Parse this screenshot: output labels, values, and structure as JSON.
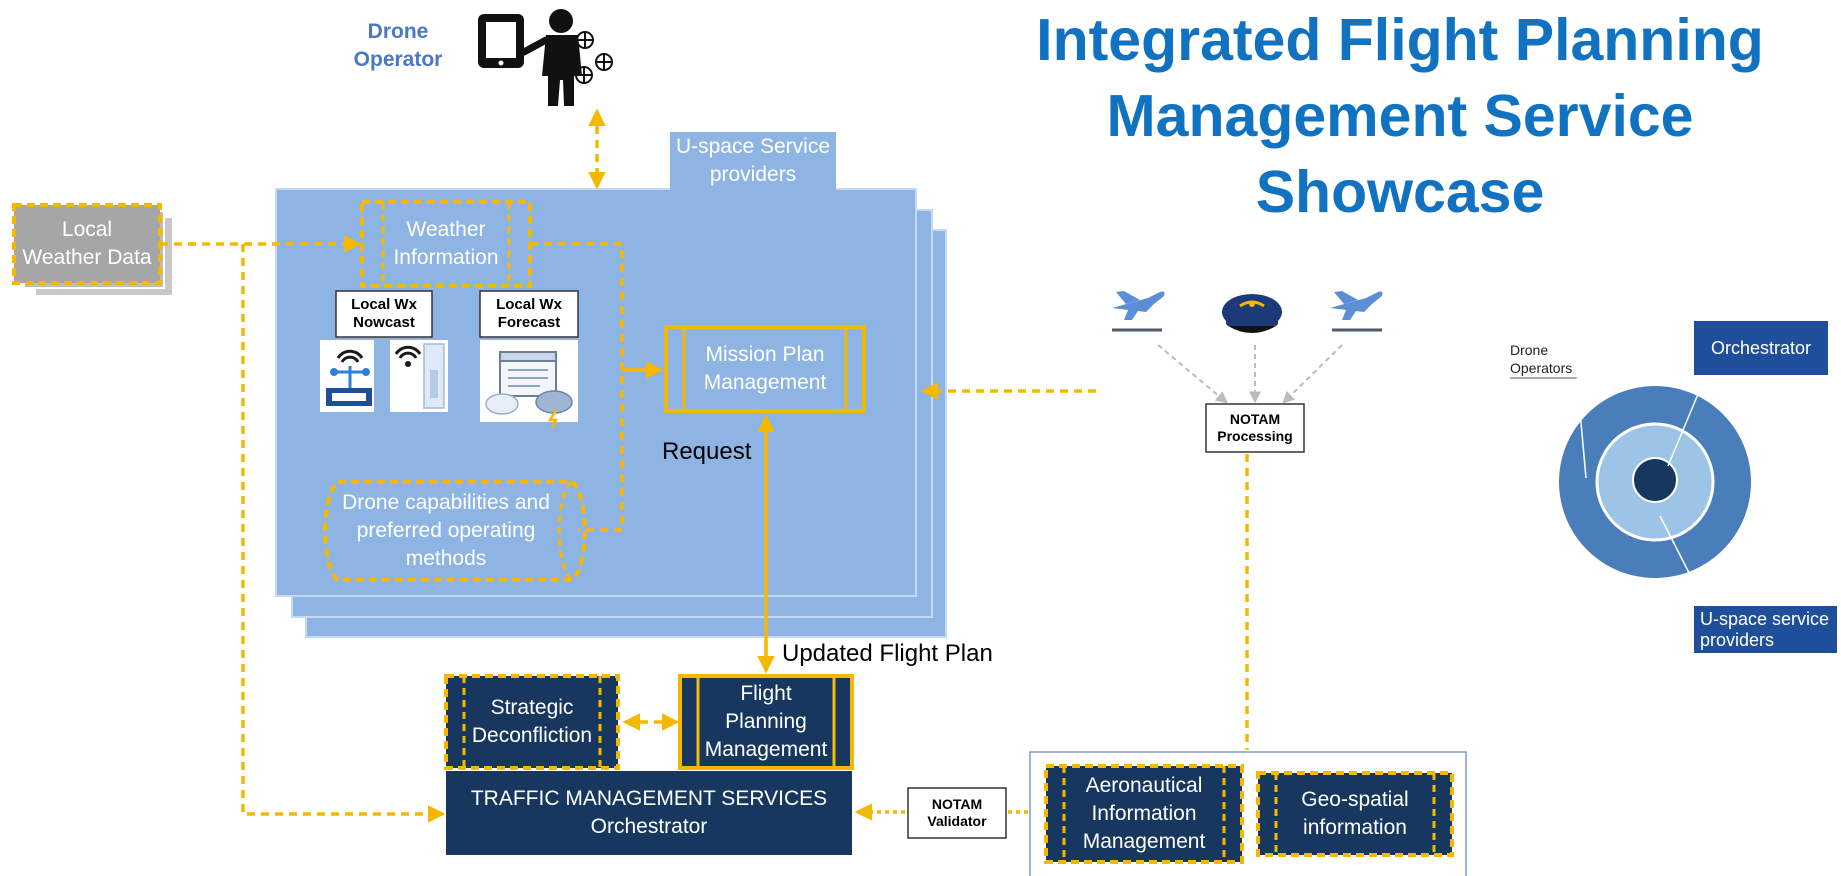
{
  "title": {
    "line1": "Integrated Flight Planning",
    "line2": "Management Service Showcase"
  },
  "operator": {
    "line1": "Drone",
    "line2": "Operator"
  },
  "uspace_tab": {
    "line1": "U-space Service",
    "line2": "providers"
  },
  "local_weather": {
    "line1": "Local",
    "line2": "Weather Data"
  },
  "weather_info": {
    "line1": "Weather",
    "line2": "Information"
  },
  "nowcast": {
    "line1": "Local Wx",
    "line2": "Nowcast"
  },
  "forecast": {
    "line1": "Local Wx",
    "line2": "Forecast"
  },
  "mission_plan": {
    "line1": "Mission Plan",
    "line2": "Management"
  },
  "request_label": "Request",
  "drone_capabilities": {
    "line1": "Drone capabilities and",
    "line2": "preferred operating",
    "line3": "methods"
  },
  "updated_plan_label": "Updated Flight Plan",
  "strategic": {
    "line1": "Strategic",
    "line2": "Deconfliction"
  },
  "flight_planning": {
    "line1": "Flight",
    "line2": "Planning",
    "line3": "Management"
  },
  "traffic": {
    "line1": "TRAFFIC MANAGEMENT SERVICES",
    "line2": "Orchestrator"
  },
  "notam_validator": {
    "line1": "NOTAM",
    "line2": "Validator"
  },
  "notam_processing": {
    "line1": "NOTAM",
    "line2": "Processing"
  },
  "aeronautical": {
    "line1": "Aeronautical",
    "line2": "Information",
    "line3": "Management"
  },
  "geospatial": {
    "line1": "Geo-spatial",
    "line2": "information"
  },
  "legend": {
    "drone_operators": {
      "line1": "Drone",
      "line2": "Operators"
    },
    "orchestrator": "Orchestrator",
    "uspace_providers": {
      "line1": "U-space service",
      "line2": "providers"
    }
  },
  "colors": {
    "title_blue": "#1072c0",
    "panel_blue": "#8eb4e3",
    "navy": "#17375e",
    "arrow_gold": "#f5b800",
    "legend_outer": "#4a7ebb",
    "legend_mid": "#9dc3e6",
    "legend_inner": "#17375e",
    "legend_box": "#1f4e9a"
  }
}
